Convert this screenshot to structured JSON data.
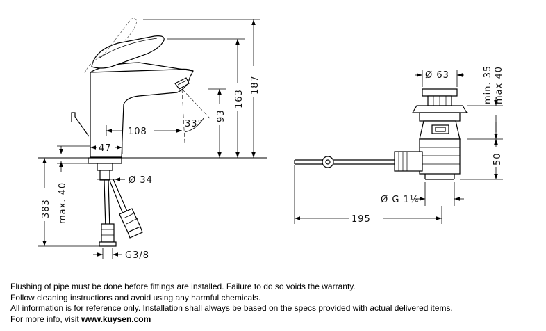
{
  "dimensions": {
    "d108": "108",
    "d47": "47",
    "d33deg": "33°",
    "d93": "93",
    "d163": "163",
    "d187": "187",
    "d34": "Ø 34",
    "d383": "383",
    "dmax40": "max. 40",
    "dG38": "G3/8",
    "d63": "Ø 63",
    "dmin35": "min. 35",
    "dmax40b": "max 40",
    "d50": "50",
    "dG114": "Ø G 1¼",
    "d195": "195"
  },
  "notes": {
    "line1": "Flushing of pipe must be done before fittings are installed. Failure to do so voids the warranty.",
    "line2": "Follow cleaning instructions and avoid using any harmful chemicals.",
    "line3": "All information is for reference only. Installation shall always be based on the specs provided with actual delivered items.",
    "line4_prefix": "For more info, visit ",
    "line4_link": "www.kuysen.com"
  }
}
